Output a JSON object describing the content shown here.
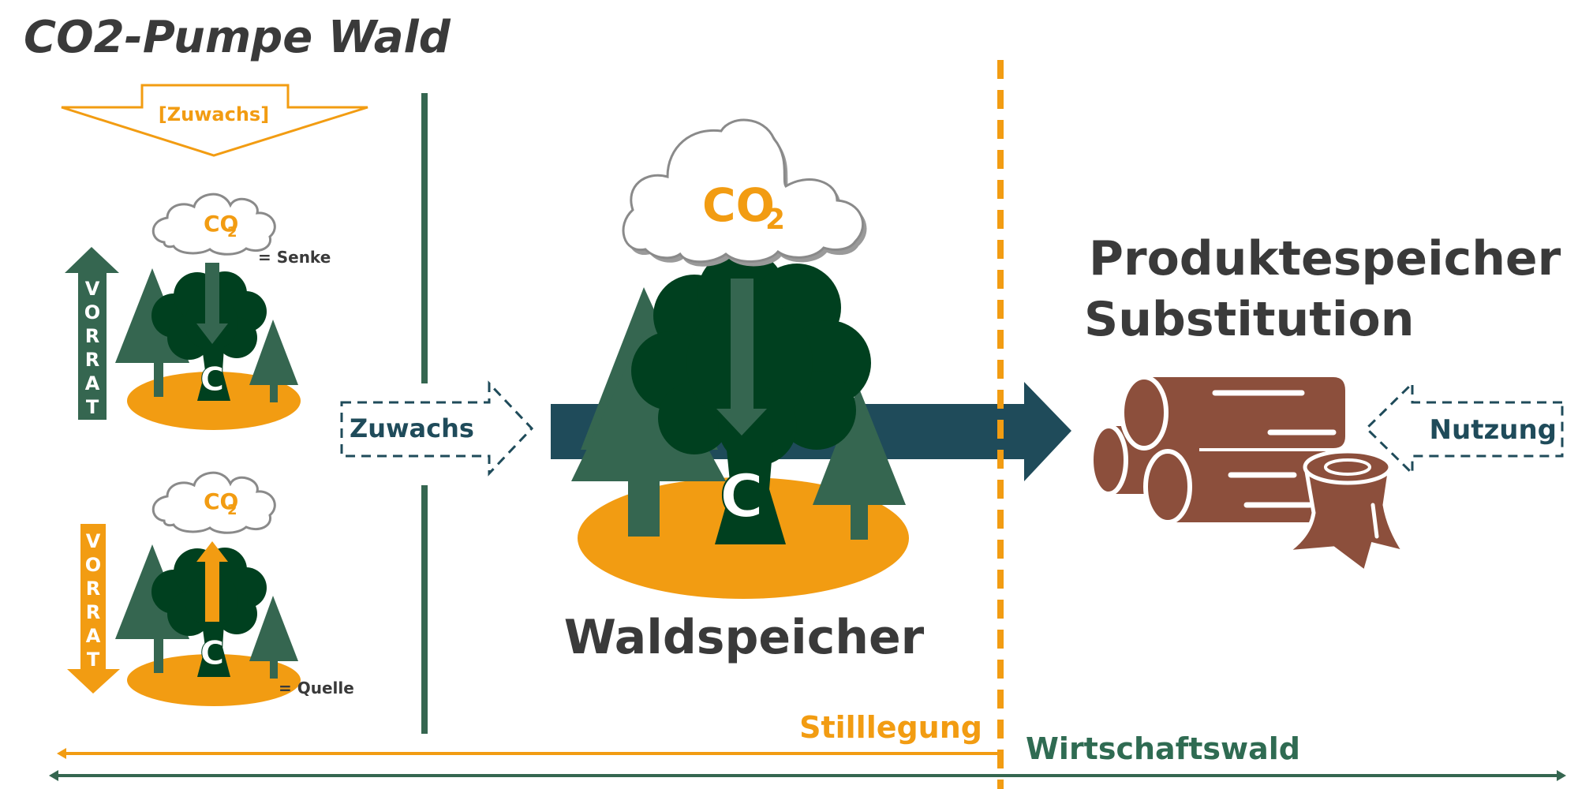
{
  "title": "CO2-Pumpe Wald",
  "colors": {
    "orange": "#f29c12",
    "dark_green": "#00401f",
    "mid_green": "#356650",
    "teal": "#1f4b5a",
    "brown": "#8c4f3c",
    "text_dark": "#3a3a3a"
  },
  "top_arrow_label": "[Zuwachs]",
  "sink_panel": {
    "cloud_label_main": "CO",
    "cloud_label_sub": "2",
    "side_arrow_letters": [
      "V",
      "O",
      "R",
      "R",
      "A",
      "T"
    ],
    "carbon_label": "C",
    "caption": "= Senke",
    "icons": [
      "cloud-icon",
      "conifer-tree-icon",
      "deciduous-tree-icon",
      "arrow-down-icon",
      "arrow-up-icon"
    ]
  },
  "source_panel": {
    "cloud_label_main": "CO",
    "cloud_label_sub": "2",
    "side_arrow_letters": [
      "V",
      "O",
      "R",
      "R",
      "A",
      "T"
    ],
    "carbon_label": "C",
    "caption": "= Quelle",
    "icons": [
      "cloud-icon",
      "conifer-tree-icon",
      "deciduous-tree-icon",
      "arrow-up-icon",
      "arrow-down-icon"
    ]
  },
  "zuwachs_label": "Zuwachs",
  "center": {
    "cloud_label_main": "CO",
    "cloud_label_sub": "2",
    "carbon_label": "C",
    "caption": "Waldspeicher",
    "icons": [
      "cloud-icon",
      "conifer-tree-icon",
      "deciduous-tree-icon",
      "arrow-down-icon",
      "arrow-right-icon"
    ]
  },
  "right": {
    "title_line1": "Produktespeicher",
    "title_line2": "Substitution",
    "nutzung_label": "Nutzung",
    "icons": [
      "logs-icon",
      "tree-stump-icon"
    ]
  },
  "bottom": {
    "stilllegung_label": "Stilllegung",
    "wirtschaftswald_label": "Wirtschaftswald"
  }
}
